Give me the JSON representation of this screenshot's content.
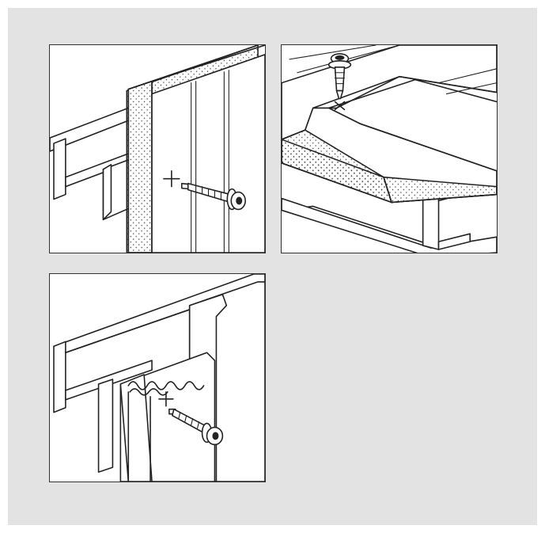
{
  "figure": {
    "background_color": "#e3e3e3",
    "panel_color": "#ffffff",
    "line_color": "#222222",
    "panels": [
      {
        "id": "wall-panel-fixing",
        "icons": [
          "steel-i-beam",
          "insulated-wall-panel",
          "self-drilling-screw",
          "fixing-point-marker"
        ]
      },
      {
        "id": "roof-panel-fixing",
        "icons": [
          "steel-i-beam",
          "insulated-roof-panel",
          "self-drilling-screw",
          "fixing-point-marker"
        ]
      },
      {
        "id": "panel-joint-fixing",
        "icons": [
          "steel-i-beam",
          "panel-joint",
          "self-drilling-screw",
          "fixing-point-marker"
        ]
      }
    ]
  }
}
